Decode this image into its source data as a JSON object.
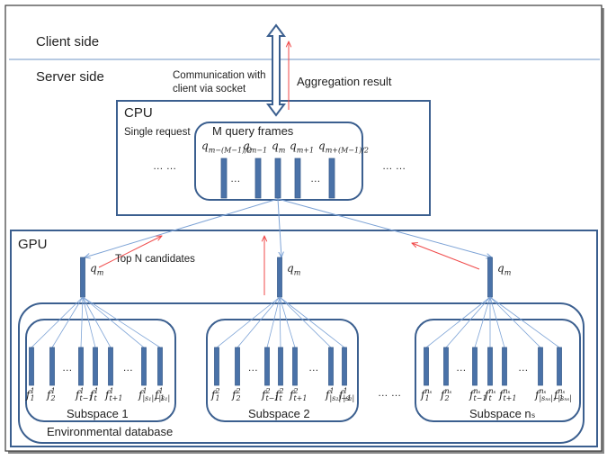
{
  "regions": {
    "client_side": "Client side",
    "server_side": "Server side"
  },
  "communication": {
    "socket_label_line1": "Communication with",
    "socket_label_line2": "client via socket",
    "aggregation_label": "Aggregation result"
  },
  "cpu": {
    "title": "CPU",
    "single_request": "Single request",
    "frames_title": "M query frames",
    "frame_labels": [
      "q_{m-\\frac{M-1}{2}}",
      "q_{m-1}",
      "q_m",
      "q_{m+1}",
      "q_{m+\\frac{M-1}{2}}"
    ],
    "frame_labels_display": [
      {
        "base": "q",
        "sub": "m−(M−1)/2"
      },
      {
        "base": "q",
        "sub": "m−1"
      },
      {
        "base": "q",
        "sub": "m"
      },
      {
        "base": "q",
        "sub": "m+1"
      },
      {
        "base": "q",
        "sub": "m+(M−1)/2"
      }
    ],
    "ellipsis_outer": "… …",
    "ellipsis_inner": "…"
  },
  "gpu": {
    "title": "GPU",
    "query_label": {
      "base": "q",
      "sub": "m"
    },
    "top_n_label": "Top N candidates",
    "database_label": "Environmental database",
    "between_subspaces_ellipsis": "… …",
    "inner_ellipsis": "…",
    "subspaces": [
      {
        "name": "Subspace 1",
        "features": [
          {
            "base": "f",
            "sup": "1",
            "sub": "1"
          },
          {
            "base": "f",
            "sup": "1",
            "sub": "2"
          },
          {
            "base": "f",
            "sup": "1",
            "sub": "t−1"
          },
          {
            "base": "f",
            "sup": "1",
            "sub": "t"
          },
          {
            "base": "f",
            "sup": "1",
            "sub": "t+1"
          },
          {
            "base": "f",
            "sup": "1",
            "sub": "|s₁|−1"
          },
          {
            "base": "f",
            "sup": "1",
            "sub": "|s₁|"
          }
        ]
      },
      {
        "name": "Subspace 2",
        "features": [
          {
            "base": "f",
            "sup": "2",
            "sub": "1"
          },
          {
            "base": "f",
            "sup": "2",
            "sub": "2"
          },
          {
            "base": "f",
            "sup": "2",
            "sub": "t−1"
          },
          {
            "base": "f",
            "sup": "2",
            "sub": "t"
          },
          {
            "base": "f",
            "sup": "2",
            "sub": "t+1"
          },
          {
            "base": "f",
            "sup": "1",
            "sub": "|s₂|−1"
          },
          {
            "base": "f",
            "sup": "1",
            "sub": "|s₂|"
          }
        ]
      },
      {
        "name": "Subspace nₛ",
        "features": [
          {
            "base": "f",
            "sup": "nₛ",
            "sub": "1"
          },
          {
            "base": "f",
            "sup": "nₛ",
            "sub": "2"
          },
          {
            "base": "f",
            "sup": "nₛ",
            "sub": "t−1"
          },
          {
            "base": "f",
            "sup": "nₛ",
            "sub": "t"
          },
          {
            "base": "f",
            "sup": "nₛ",
            "sub": "t+1"
          },
          {
            "base": "f",
            "sup": "nₛ",
            "sub": "|sₙₛ|−1"
          },
          {
            "base": "f",
            "sup": "nₛ",
            "sub": "|sₙₛ|"
          }
        ]
      }
    ]
  },
  "colors": {
    "frame_border": "#3a3a3a",
    "box_blue": "#3b5f8f",
    "bar_blue": "#4a72a8",
    "link_blue": "#7da3d6",
    "divider_blue": "#6f96c4",
    "result_red": "#f04a4a"
  }
}
